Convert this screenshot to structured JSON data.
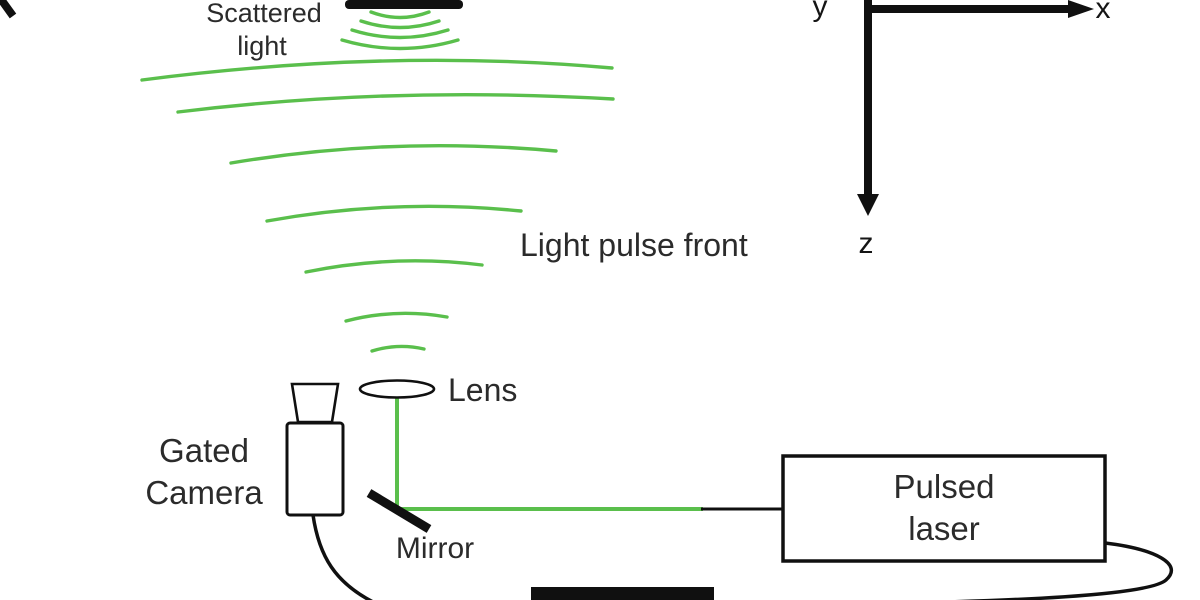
{
  "colors": {
    "beam_green": "#5abf4c",
    "ink": "#101010",
    "text": "#2b2b2b",
    "background": "#ffffff"
  },
  "labels": {
    "scattered_light": {
      "line1": "Scattered",
      "line2": "light"
    },
    "light_pulse_front": "Light pulse front",
    "lens": "Lens",
    "mirror": "Mirror",
    "gated_camera": {
      "line1": "Gated",
      "line2": "Camera"
    },
    "pulsed_laser": {
      "line1": "Pulsed",
      "line2": "laser"
    },
    "axes": {
      "x": "x",
      "y": "y",
      "z": "z"
    }
  }
}
